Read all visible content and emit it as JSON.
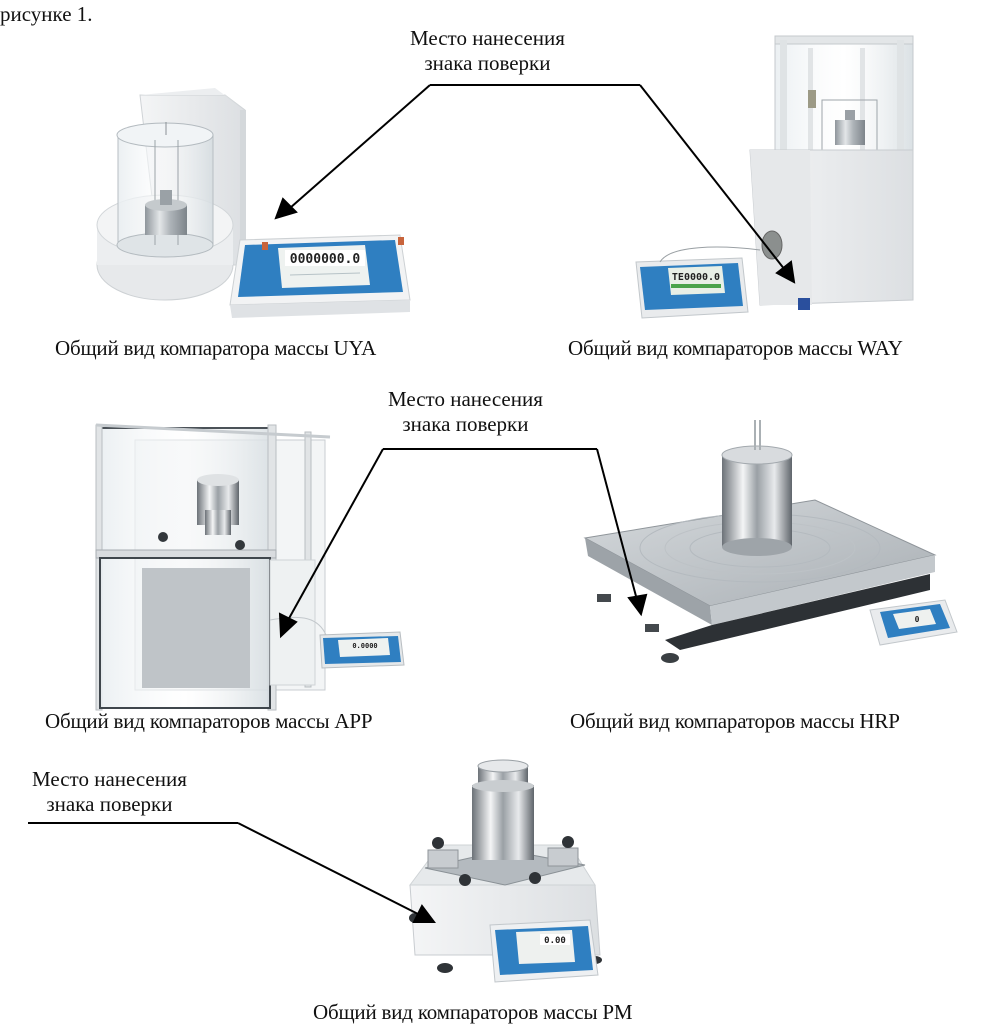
{
  "document": {
    "intro_fragment": "рисунке 1.",
    "callout_label": {
      "line1": "Место нанесения",
      "line2": "знака поверки"
    },
    "figures": [
      {
        "id": "uya",
        "caption": "Общий вид компаратора массы UYA",
        "display_value": "0000000.0"
      },
      {
        "id": "way",
        "caption": "Общий вид компараторов массы WAY",
        "display_value": "TE0000.0"
      },
      {
        "id": "app",
        "caption": "Общий вид компараторов массы APP",
        "display_value": "0.0000"
      },
      {
        "id": "hrp",
        "caption": "Общий вид компараторов массы HRP",
        "display_value": "0"
      },
      {
        "id": "pm",
        "caption": "Общий вид компараторов массы PM",
        "display_value": "0.00"
      }
    ],
    "colors": {
      "terminal_blue": "#2f7fc1",
      "device_white": "#eef0f2",
      "steel": "#b9bec3",
      "arrow": "#000000"
    }
  }
}
